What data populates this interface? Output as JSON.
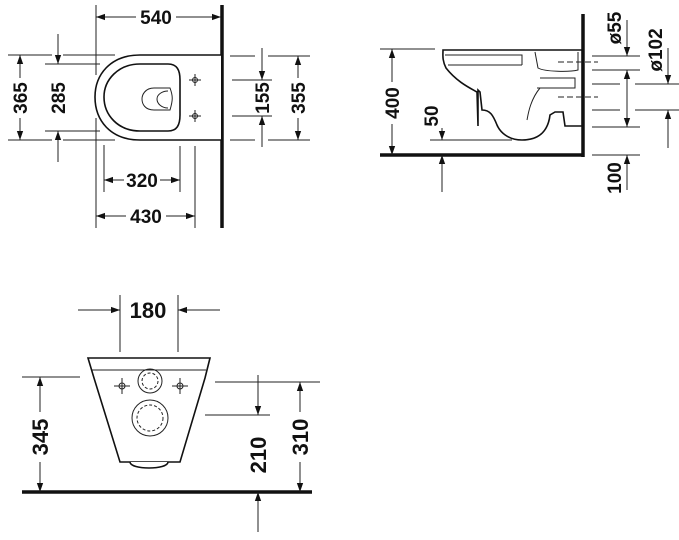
{
  "top_view": {
    "dims": {
      "length": "540",
      "width_outer": "365",
      "width_seat": "285",
      "hole_spacing": "155",
      "mount_width": "355",
      "seat_depth": "320",
      "hole_depth": "430"
    }
  },
  "side_view": {
    "dims": {
      "height": "400",
      "bottom_clearance": "50",
      "inlet_diameter": "ø55",
      "outlet_diameter": "ø102",
      "outlet_height": "100"
    }
  },
  "front_view": {
    "dims": {
      "bolt_spacing": "180",
      "rim_height": "345",
      "outlet_height": "210",
      "inlet_height": "310"
    }
  }
}
